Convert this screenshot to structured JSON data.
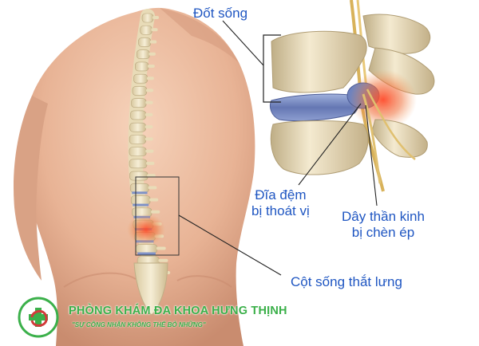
{
  "labels": {
    "vertebra": "Đốt sống",
    "disc_line1": "Đĩa đệm",
    "disc_line2": "bị thoát vị",
    "nerve_line1": "Dây thần kinh",
    "nerve_line2": "bị chèn ép",
    "lumbar_spine": "Cột sống thắt lưng"
  },
  "logo": {
    "clinic_name": "PHÒNG KHÁM ĐA KHOA HƯNG THỊNH",
    "slogan": "\"SỰ CÔNG NHẬN KHÔNG THỂ BỎ NHỮNG\""
  },
  "colors": {
    "label_text": "#1f56c2",
    "logo_green": "#3bb04a",
    "logo_red": "#d23a3a",
    "skin": "#e9b89a",
    "bone": "#efe3c2",
    "disc": "#7d8fc4",
    "inflammation": "#e0422a"
  }
}
